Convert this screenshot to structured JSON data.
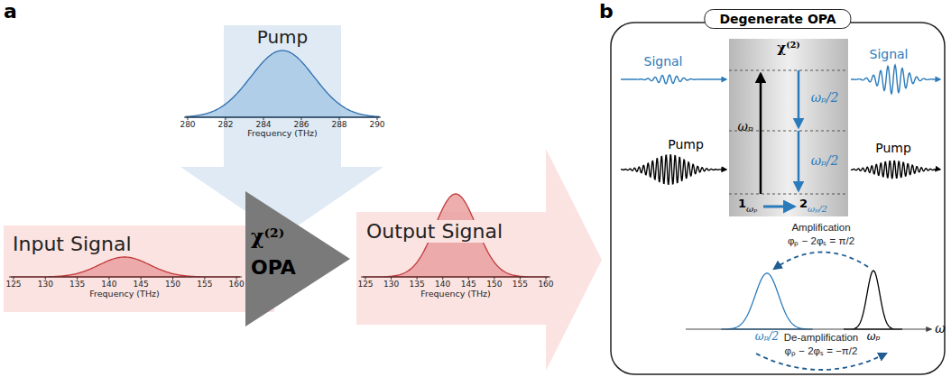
{
  "diagram": {
    "nodes": [
      {
        "text": [
          "Pump"
        ]
      },
      {
        "text": [
          "Input Signal"
        ]
      },
      {
        "text": [
          "χ⁽²⁾",
          "OPA"
        ]
      },
      {
        "text": [
          "Output Signal"
        ]
      },
      {
        "text": [
          "Degenerate OPA"
        ]
      },
      {
        "text": [
          "χ⁽²⁾"
        ],
        "in": 4
      }
    ],
    "labels": [
      "a",
      "b",
      "280",
      "282",
      "284",
      "286",
      "288",
      "290",
      "Frequency (THz)",
      "125",
      "130",
      "135",
      "140",
      "145",
      "150",
      "155",
      "160",
      "Frequency (THz)",
      "125",
      "130",
      "135",
      "140",
      "145",
      "150",
      "155",
      "160",
      "Frequency (THz)",
      "Signal",
      "Signal",
      "Pump",
      "Pump",
      "ωₚ",
      "ωₚ/2",
      "ωₚ/2",
      "1",
      "ωₚ",
      "2",
      "ωₚ/2",
      "Amplification",
      "φₚ − 2φₛ = π/2",
      "ωₚ/2",
      "ωₚ",
      "ω",
      "De-amplification",
      "φₚ − 2φₛ = −π/2"
    ]
  }
}
